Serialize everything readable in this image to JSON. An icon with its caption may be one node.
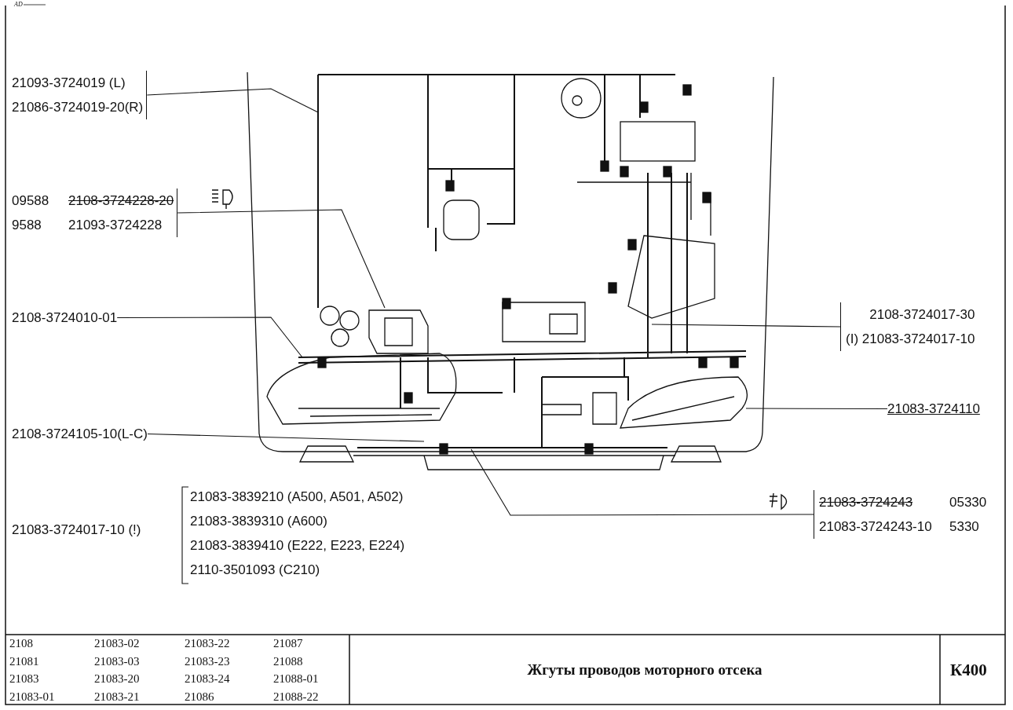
{
  "diagram": {
    "title": "Жгуты проводов моторного отсека",
    "nodes": [
      {
        "text": [
          "21093-3724019 (L)",
          "21086-3724019-20(R)"
        ]
      },
      {
        "text": [
          "09588",
          "2108-3724228-20",
          "9588",
          "21093-3724228"
        ]
      },
      {
        "text": [
          "2108-3724010-01"
        ]
      },
      {
        "text": [
          "2108-3724105-10(L-C)"
        ]
      },
      {
        "text": [
          "2108-3724017-30",
          "(I) 21083-3724017-10"
        ]
      },
      {
        "text": [
          "21083-3724110"
        ]
      },
      {
        "text": [
          "21083-3724243",
          "05330",
          "21083-3724243-10",
          "5330"
        ]
      }
    ],
    "edges": [
      {
        "from": 0,
        "to": null,
        "arrow": "none"
      },
      {
        "from": 1,
        "to": null,
        "arrow": "none"
      },
      {
        "from": 2,
        "to": null,
        "arrow": "none"
      },
      {
        "from": 3,
        "to": null,
        "arrow": "none"
      },
      {
        "from": 4,
        "to": null,
        "arrow": "none"
      },
      {
        "from": 5,
        "to": null,
        "arrow": "none"
      },
      {
        "from": 6,
        "to": null,
        "arrow": "none"
      }
    ],
    "labels": [
      "AD",
      "21083-3724017-10 (!)",
      "21083-3839210 (A500, A501, A502)",
      "21083-3839310 (A600)",
      "21083-3839410 (E222, E223, E224)",
      "2110-3501093 (C210)",
      "2108",
      "21083-02",
      "21083-22",
      "21087",
      "21081",
      "21083-03",
      "21083-23",
      "21088",
      "21083",
      "21083-20",
      "21083-24",
      "21088-01",
      "21083-01",
      "21083-21",
      "21086",
      "21088-22",
      "К400"
    ]
  }
}
